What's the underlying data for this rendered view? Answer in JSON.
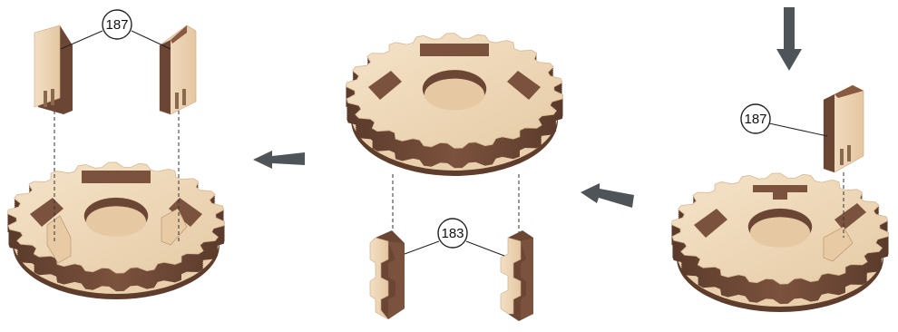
{
  "diagram": {
    "step_left": {
      "part_callout": "187"
    },
    "step_middle": {
      "part_callout": "183"
    },
    "step_right": {
      "part_callout": "187"
    },
    "colors": {
      "wood_light": "#f1dcc0",
      "wood_mid": "#dcbf98",
      "wood_dark": "#6b4634",
      "wood_edge": "#8a5a40",
      "arrow": "#555a5e",
      "line": "#222222"
    },
    "icons": [
      "arrow-left-icon",
      "arrow-down-icon",
      "gear-part",
      "tab-part",
      "connector-part"
    ]
  }
}
